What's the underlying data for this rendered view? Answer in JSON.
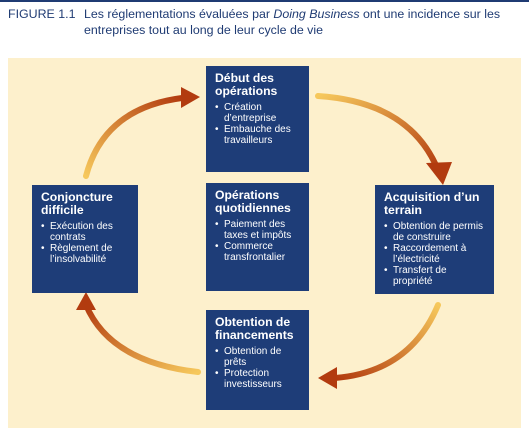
{
  "figure": {
    "label": "FIGURE 1.1",
    "caption_prefix": "Les réglementations évaluées par ",
    "caption_emphasis": "Doing Business",
    "caption_suffix": " ont une incidence sur les entreprises tout au long de leur cycle de vie"
  },
  "boxes": {
    "debut": {
      "title": "Début des opérations",
      "items": [
        "Création d’entreprise",
        "Embauche des travailleurs"
      ]
    },
    "quotidiennes": {
      "title": "Opérations quotidiennes",
      "items": [
        "Paiement des taxes et impôts",
        "Commerce transfrontalier"
      ]
    },
    "conjoncture": {
      "title": "Conjoncture difficile",
      "items": [
        "Exécution des contrats",
        "Règlement de l’insolvabilité"
      ]
    },
    "acquisition": {
      "title": "Acquisition d’un terrain",
      "items": [
        "Obtention de permis de construire",
        "Raccordement à l’électricité",
        "Transfert de propriété"
      ]
    },
    "obtention": {
      "title": "Obtention de financements",
      "items": [
        "Obtention de prêts",
        "Protection investisseurs"
      ]
    }
  },
  "colors": {
    "box_fill": "#1e3d78",
    "panel_background": "#fdf0cc",
    "arrow_light": "#f2b84a",
    "arrow_dark": "#b23b0f",
    "caption_text": "#1f3b73"
  }
}
